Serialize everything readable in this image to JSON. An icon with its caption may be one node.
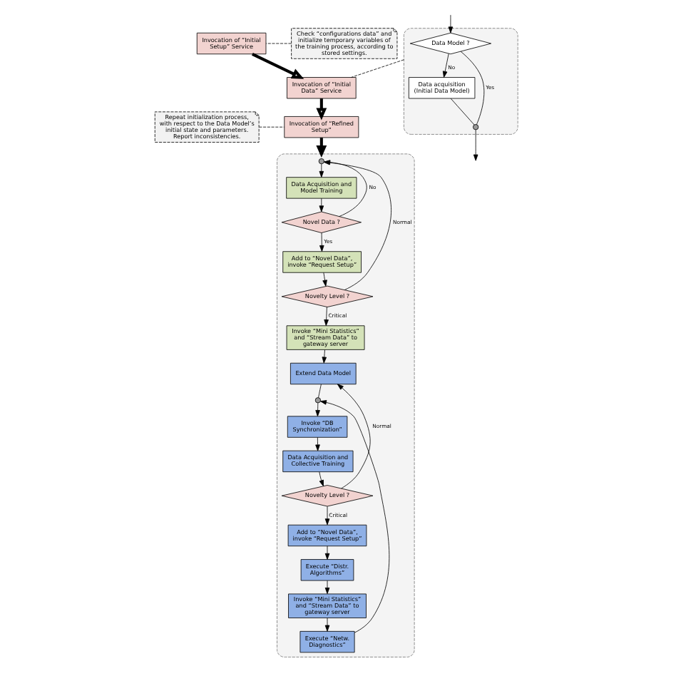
{
  "diagram": {
    "nodes": [
      {
        "text": [],
        "shape": "box"
      },
      {
        "text": [
          "Data Model ?"
        ],
        "in": 0
      },
      {
        "text": [
          "Data acquisition (Initial Data Model)"
        ],
        "in": 0
      },
      {
        "text": [],
        "shape": "circle",
        "in": 0
      },
      {
        "text": [
          "Invocation of “Initial Setup” Service"
        ]
      },
      {
        "text": [
          "Invocation of “Initial Data” Service"
        ]
      },
      {
        "text": [
          "Invocation of “Refined Setup”"
        ]
      },
      {
        "text": [
          "Check “configurations data” and initialize temporary variables of the training process, according to stored settings."
        ]
      },
      {
        "text": [
          "Repeat initialization process, with respect to the Data Model’s initial state and parameters. Report inconsistencies."
        ]
      },
      {
        "text": [],
        "shape": "box"
      },
      {
        "text": [],
        "shape": "circle",
        "in": 9
      },
      {
        "text": [
          "Data Acquisition and Model Training"
        ],
        "in": 9
      },
      {
        "text": [
          "Novel Data ?"
        ],
        "in": 9
      },
      {
        "text": [
          "Add to “Novel Data”, invoke “Request Setup”"
        ],
        "in": 9
      },
      {
        "text": [
          "Novelty Level ?"
        ],
        "in": 9
      },
      {
        "text": [
          "Invoke “Mini Statistics” and “Stream Data” to gateway server"
        ],
        "in": 9
      },
      {
        "text": [
          "Extend Data Model"
        ],
        "in": 9
      },
      {
        "text": [],
        "shape": "circle",
        "in": 9
      },
      {
        "text": [
          "Invoke “DB Synchronization”"
        ],
        "in": 9
      },
      {
        "text": [
          "Data Acquisition and Collective Training"
        ],
        "in": 9
      },
      {
        "text": [
          "Novelty Level ?"
        ],
        "in": 9
      },
      {
        "text": [
          "Add to “Novel Data”, invoke “Request Setup”"
        ],
        "in": 9
      },
      {
        "text": [
          "Execute “Distr. Algorithms”"
        ],
        "in": 9
      },
      {
        "text": [
          "Invoke “Mini Statistics” and “Stream Data” to gateway server"
        ],
        "in": 9
      },
      {
        "text": [
          "Execute “Netw. Diagnostics”"
        ],
        "in": 9
      }
    ],
    "edges": [
      {
        "from": null,
        "to": 1,
        "arrow": "to"
      },
      {
        "from": 1,
        "to": 2,
        "arrow": "to",
        "label": "No"
      },
      {
        "from": 1,
        "to": 3,
        "arrow": "none",
        "label": "Yes"
      },
      {
        "from": 2,
        "to": 3,
        "arrow": "none"
      },
      {
        "from": 3,
        "to": null,
        "arrow": "to"
      },
      {
        "from": 4,
        "to": 5,
        "arrow": "to",
        "style": "thick"
      },
      {
        "from": 5,
        "to": 6,
        "arrow": "to",
        "style": "thick"
      },
      {
        "from": 6,
        "to": 9,
        "arrow": "to",
        "style": "thick"
      },
      {
        "from": 0,
        "to": 5,
        "arrow": "none",
        "style": "dashed"
      },
      {
        "from": 7,
        "to": 4,
        "arrow": "none",
        "style": "dashed"
      },
      {
        "from": 8,
        "to": 6,
        "arrow": "none",
        "style": "dashed"
      },
      {
        "from": 10,
        "to": 11,
        "arrow": "to"
      },
      {
        "from": 11,
        "to": 12,
        "arrow": "to"
      },
      {
        "from": 12,
        "to": 13,
        "arrow": "to",
        "label": "Yes"
      },
      {
        "from": 12,
        "to": 10,
        "arrow": "to",
        "label": "No"
      },
      {
        "from": 13,
        "to": 14,
        "arrow": "to"
      },
      {
        "from": 14,
        "to": 10,
        "arrow": "to",
        "label": "Normal"
      },
      {
        "from": 14,
        "to": 15,
        "arrow": "to",
        "label": "Critical"
      },
      {
        "from": 15,
        "to": 16,
        "arrow": "to"
      },
      {
        "from": 16,
        "to": 17,
        "arrow": "none"
      },
      {
        "from": 17,
        "to": 18,
        "arrow": "to"
      },
      {
        "from": 18,
        "to": 19,
        "arrow": "to"
      },
      {
        "from": 19,
        "to": 20,
        "arrow": "to"
      },
      {
        "from": 20,
        "to": 21,
        "arrow": "to",
        "label": "Critical"
      },
      {
        "from": 20,
        "to": 16,
        "arrow": "to",
        "label": "Normal"
      },
      {
        "from": 21,
        "to": 22,
        "arrow": "to"
      },
      {
        "from": 22,
        "to": 23,
        "arrow": "to"
      },
      {
        "from": 23,
        "to": 24,
        "arrow": "to"
      },
      {
        "from": 24,
        "to": 17,
        "arrow": "to"
      }
    ]
  }
}
